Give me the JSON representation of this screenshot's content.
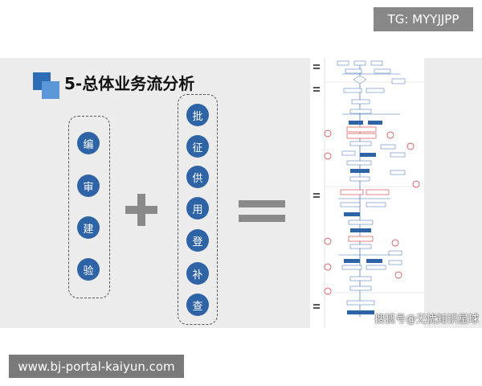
{
  "tg_badge": "TG: MYYJJPP",
  "slide": {
    "title": "5-总体业务流分析",
    "left_group": [
      "编",
      "审",
      "建",
      "验"
    ],
    "right_group": [
      "批",
      "征",
      "供",
      "用",
      "登",
      "补",
      "查"
    ],
    "accent": "#2e64a6"
  },
  "watermark": "搜狐号@无忧知识星球",
  "url_badge": "www.bj-portal-kaiyun.com"
}
